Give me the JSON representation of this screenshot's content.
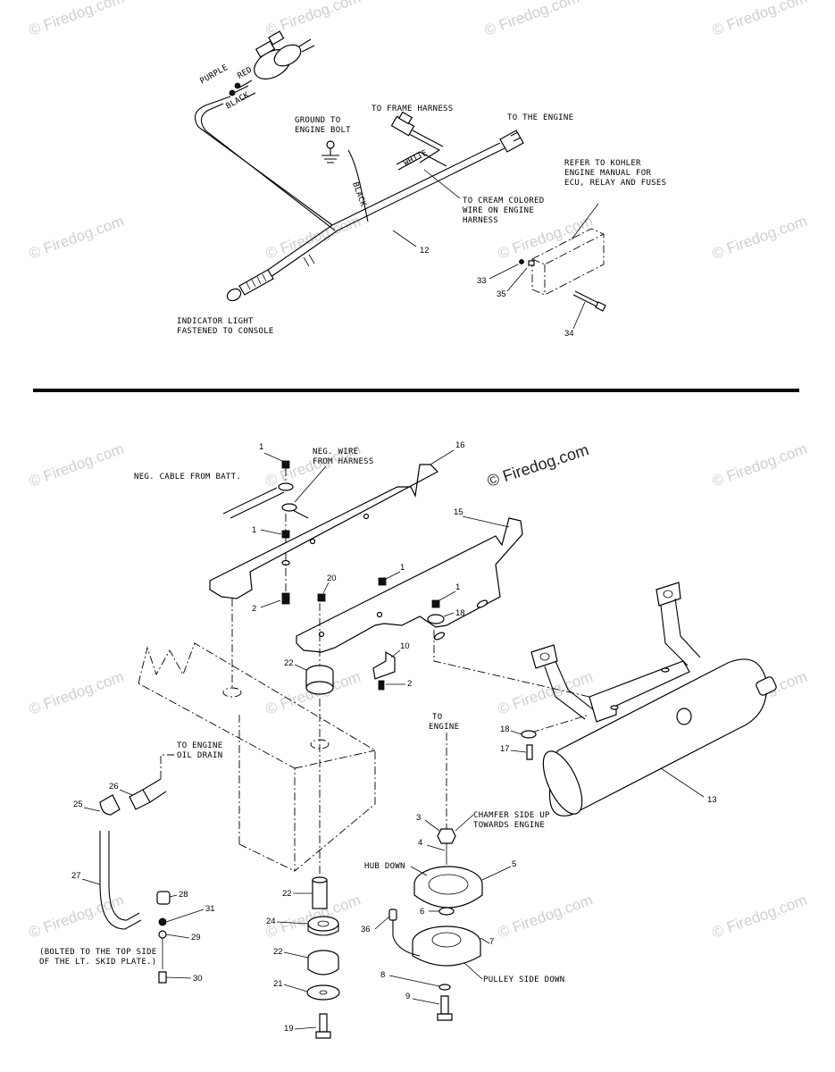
{
  "watermark": {
    "text": "© Firedog.com",
    "center_text": "© Firedog.com"
  },
  "top_diagram": {
    "labels": {
      "ground": [
        "GROUND TO",
        "ENGINE BOLT"
      ],
      "frame": "TO FRAME HARNESS",
      "engine": "TO THE ENGINE",
      "kohler": [
        "REFER TO KOHLER",
        "ENGINE MANUAL FOR",
        "ECU, RELAY AND FUSES"
      ],
      "cream": [
        "TO CREAM COLORED",
        "WIRE ON ENGINE",
        "HARNESS"
      ],
      "indicator": [
        "INDICATOR LIGHT",
        "FASTENED TO CONSOLE"
      ],
      "wire_colors": [
        "PURPLE",
        "RED",
        "BLACK",
        "BLACK",
        "WHITE"
      ]
    },
    "callouts": [
      "12",
      "33",
      "35",
      "34"
    ]
  },
  "bottom_diagram": {
    "labels": {
      "neg_cable": "NEG. CABLE FROM BATT.",
      "neg_wire": [
        "NEG. WIRE",
        "FROM HARNESS"
      ],
      "oil_drain": [
        "TO ENGINE",
        "OIL DRAIN"
      ],
      "to_engine": [
        "TO",
        "ENGINE"
      ],
      "chamfer": [
        "CHAMFER SIDE UP",
        "TOWARDS ENGINE"
      ],
      "hub": "HUB DOWN",
      "pulley": "PULLEY SIDE DOWN",
      "bolted": [
        "(BOLTED TO THE TOP SIDE",
        "OF THE LT. SKID PLATE.)"
      ]
    },
    "callouts": [
      "1",
      "16",
      "1",
      "15",
      "2",
      "20",
      "1",
      "1",
      "18",
      "22",
      "10",
      "2",
      "13",
      "18",
      "17",
      "3",
      "4",
      "5",
      "6",
      "7",
      "36",
      "8",
      "9",
      "26",
      "25",
      "27",
      "28",
      "31",
      "29",
      "30",
      "22",
      "24",
      "22",
      "21",
      "19"
    ]
  }
}
